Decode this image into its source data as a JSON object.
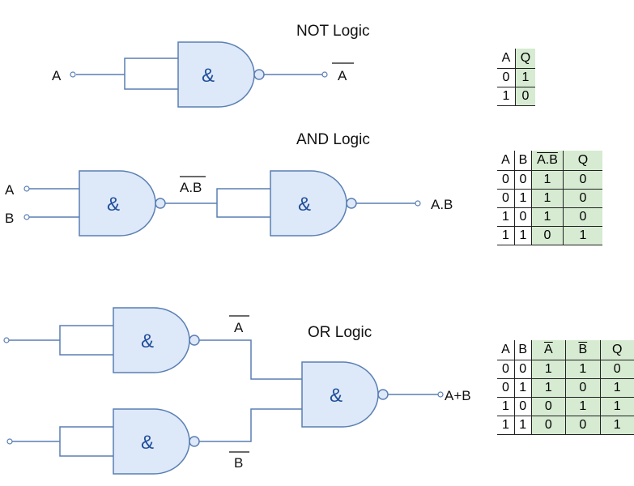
{
  "titles": {
    "not": "NOT Logic",
    "and": "AND Logic",
    "or": "OR Logic"
  },
  "gate_symbol": "&",
  "labels": {
    "not_in": "A",
    "not_out": "A",
    "and_in_a": "A",
    "and_in_b": "B",
    "and_mid": "A.B",
    "and_out": "A.B",
    "or_a_bar": "A",
    "or_b_bar": "B",
    "or_out": "A+B"
  },
  "colors": {
    "gate_fill": "#dde8f8",
    "gate_stroke": "#5a7fb3",
    "symbol": "#1f4e9a",
    "output_column": "#d6ebd1"
  },
  "tables": {
    "not": {
      "headers": [
        "A",
        "Q"
      ],
      "rows": [
        [
          "0",
          "1"
        ],
        [
          "1",
          "0"
        ]
      ]
    },
    "and": {
      "headers": [
        "A",
        "B",
        "A.B",
        "Q"
      ],
      "rows": [
        [
          "0",
          "0",
          "1",
          "0"
        ],
        [
          "0",
          "1",
          "1",
          "0"
        ],
        [
          "1",
          "0",
          "1",
          "0"
        ],
        [
          "1",
          "1",
          "0",
          "1"
        ]
      ]
    },
    "or": {
      "headers": [
        "A",
        "B",
        "A",
        "B",
        "Q"
      ],
      "rows": [
        [
          "0",
          "0",
          "1",
          "1",
          "0"
        ],
        [
          "0",
          "1",
          "1",
          "0",
          "1"
        ],
        [
          "1",
          "0",
          "0",
          "1",
          "1"
        ],
        [
          "1",
          "1",
          "0",
          "0",
          "1"
        ]
      ]
    }
  }
}
